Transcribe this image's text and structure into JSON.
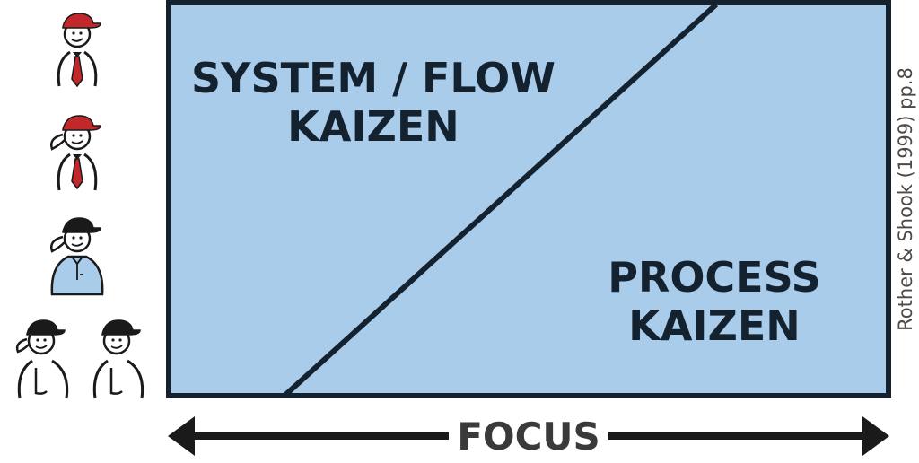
{
  "diagram": {
    "upper_label_line1": "SYSTEM / FLOW",
    "upper_label_line2": "KAIZEN",
    "lower_label_line1": "PROCESS",
    "lower_label_line2": "KAIZEN",
    "axis_label": "FOCUS",
    "citation": "Rother & Shook (1999) pp.8"
  },
  "colors": {
    "panel_fill": "#a9cceb",
    "outline": "#142230",
    "manager_cap": "#c0282c",
    "tie": "#c0282c",
    "supervisor_shirt": "#a9cceb",
    "worker_cap": "#1a1a1a"
  },
  "figures": [
    {
      "icon": "manager-icon",
      "role": "manager"
    },
    {
      "icon": "manager-woman-icon",
      "role": "manager"
    },
    {
      "icon": "supervisor-icon",
      "role": "supervisor"
    },
    {
      "icon": "worker-icon",
      "role": "worker"
    },
    {
      "icon": "worker-icon",
      "role": "worker"
    }
  ]
}
